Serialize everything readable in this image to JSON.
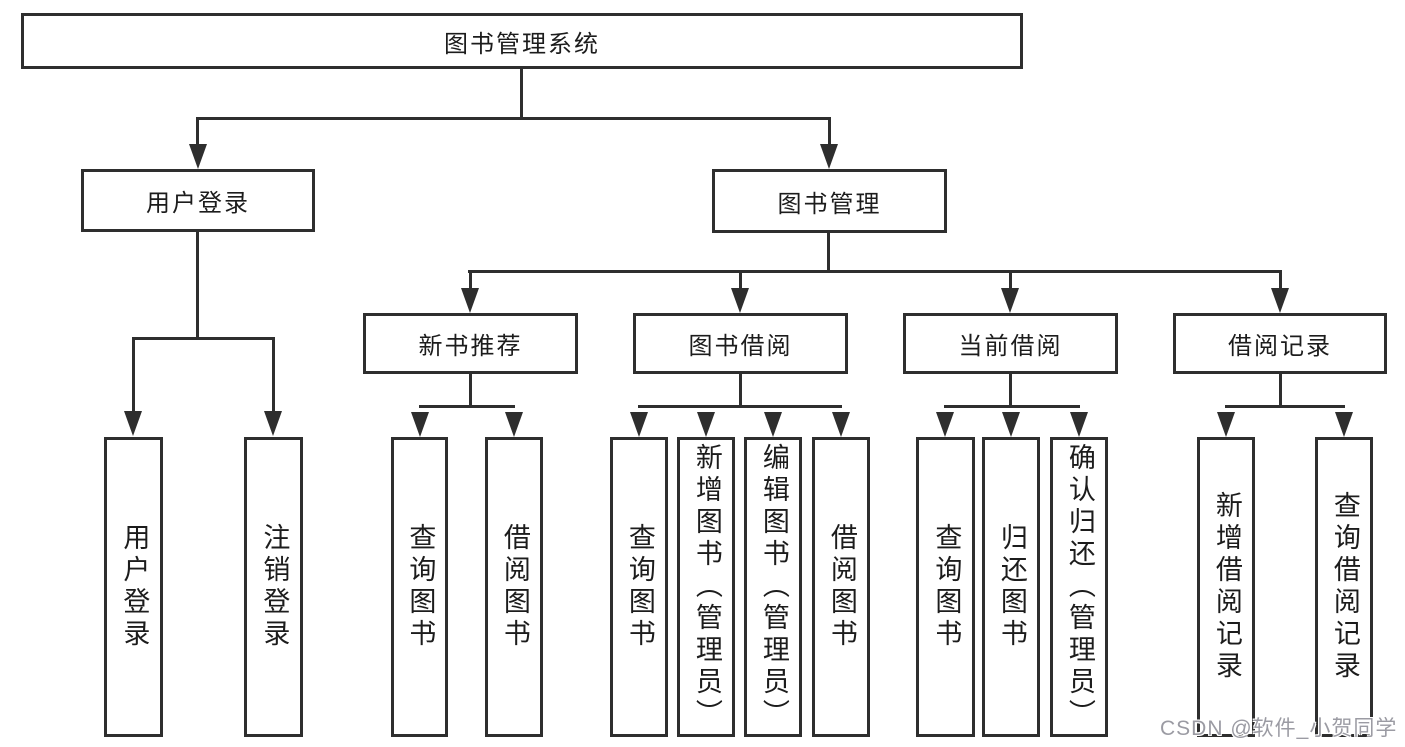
{
  "diagram": {
    "title": "图书管理系统",
    "root": {
      "label": "图书管理系统"
    },
    "branches": [
      {
        "label": "用户登录",
        "children": [
          "用户登录",
          "注销登录"
        ]
      },
      {
        "label": "图书管理",
        "groups": [
          {
            "label": "新书推荐",
            "children": [
              "查询图书",
              "借阅图书"
            ]
          },
          {
            "label": "图书借阅",
            "children": [
              "查询图书",
              "新增图书（管理员）",
              "编辑图书（管理员）",
              "借阅图书"
            ]
          },
          {
            "label": "当前借阅",
            "children": [
              "查询图书",
              "归还图书",
              "确认归还（管理员）"
            ]
          },
          {
            "label": "借阅记录",
            "children": [
              "新增借阅记录",
              "查询借阅记录"
            ]
          }
        ]
      }
    ]
  },
  "watermark": {
    "text": "CSDN @软件_小贺同学",
    "color": "#9b9ba3"
  },
  "colors": {
    "line": "#2e2e2e",
    "text": "#1c1c1c",
    "background": "#ffffff"
  }
}
